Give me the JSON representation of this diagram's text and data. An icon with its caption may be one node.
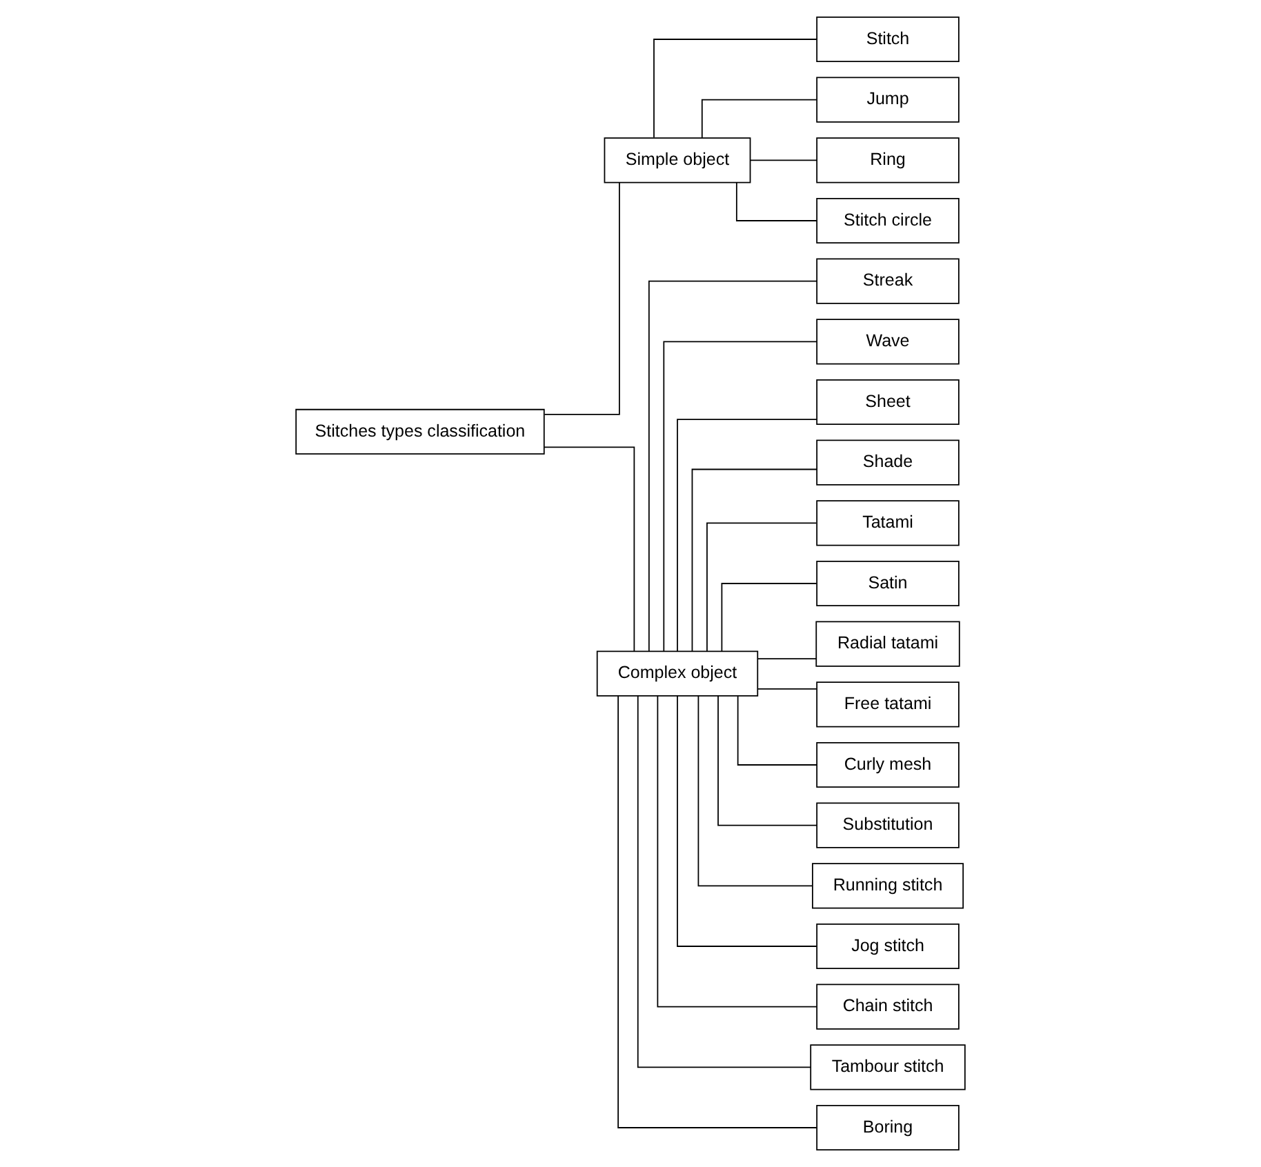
{
  "diagram": {
    "nodes": [
      {
        "text": [
          "Stitches types classification"
        ]
      },
      {
        "text": [
          "Simple object"
        ]
      },
      {
        "text": [
          "Complex object"
        ]
      },
      {
        "text": [
          "Stitch"
        ]
      },
      {
        "text": [
          "Jump"
        ]
      },
      {
        "text": [
          "Ring"
        ]
      },
      {
        "text": [
          "Stitch circle"
        ]
      },
      {
        "text": [
          "Streak"
        ]
      },
      {
        "text": [
          "Wave"
        ]
      },
      {
        "text": [
          "Sheet"
        ]
      },
      {
        "text": [
          "Shade"
        ]
      },
      {
        "text": [
          "Tatami"
        ]
      },
      {
        "text": [
          "Satin"
        ]
      },
      {
        "text": [
          "Radial tatami"
        ]
      },
      {
        "text": [
          "Free tatami"
        ]
      },
      {
        "text": [
          "Curly mesh"
        ]
      },
      {
        "text": [
          "Substitution"
        ]
      },
      {
        "text": [
          "Running stitch"
        ]
      },
      {
        "text": [
          "Jog stitch"
        ]
      },
      {
        "text": [
          "Chain stitch"
        ]
      },
      {
        "text": [
          "Tambour stitch"
        ]
      },
      {
        "text": [
          "Boring"
        ]
      }
    ],
    "edges": [
      {
        "from": 0,
        "to": 1,
        "arrow": "none"
      },
      {
        "from": 0,
        "to": 2,
        "arrow": "none"
      },
      {
        "from": 1,
        "to": 3,
        "arrow": "none"
      },
      {
        "from": 1,
        "to": 4,
        "arrow": "none"
      },
      {
        "from": 1,
        "to": 5,
        "arrow": "none"
      },
      {
        "from": 1,
        "to": 6,
        "arrow": "none"
      },
      {
        "from": 2,
        "to": 7,
        "arrow": "none"
      },
      {
        "from": 2,
        "to": 8,
        "arrow": "none"
      },
      {
        "from": 2,
        "to": 9,
        "arrow": "none"
      },
      {
        "from": 2,
        "to": 10,
        "arrow": "none"
      },
      {
        "from": 2,
        "to": 11,
        "arrow": "none"
      },
      {
        "from": 2,
        "to": 12,
        "arrow": "none"
      },
      {
        "from": 2,
        "to": 13,
        "arrow": "none"
      },
      {
        "from": 2,
        "to": 14,
        "arrow": "none"
      },
      {
        "from": 2,
        "to": 15,
        "arrow": "none"
      },
      {
        "from": 2,
        "to": 16,
        "arrow": "none"
      },
      {
        "from": 2,
        "to": 17,
        "arrow": "none"
      },
      {
        "from": 2,
        "to": 18,
        "arrow": "none"
      },
      {
        "from": 2,
        "to": 19,
        "arrow": "none"
      },
      {
        "from": 2,
        "to": 20,
        "arrow": "none"
      },
      {
        "from": 2,
        "to": 21,
        "arrow": "none"
      }
    ]
  }
}
